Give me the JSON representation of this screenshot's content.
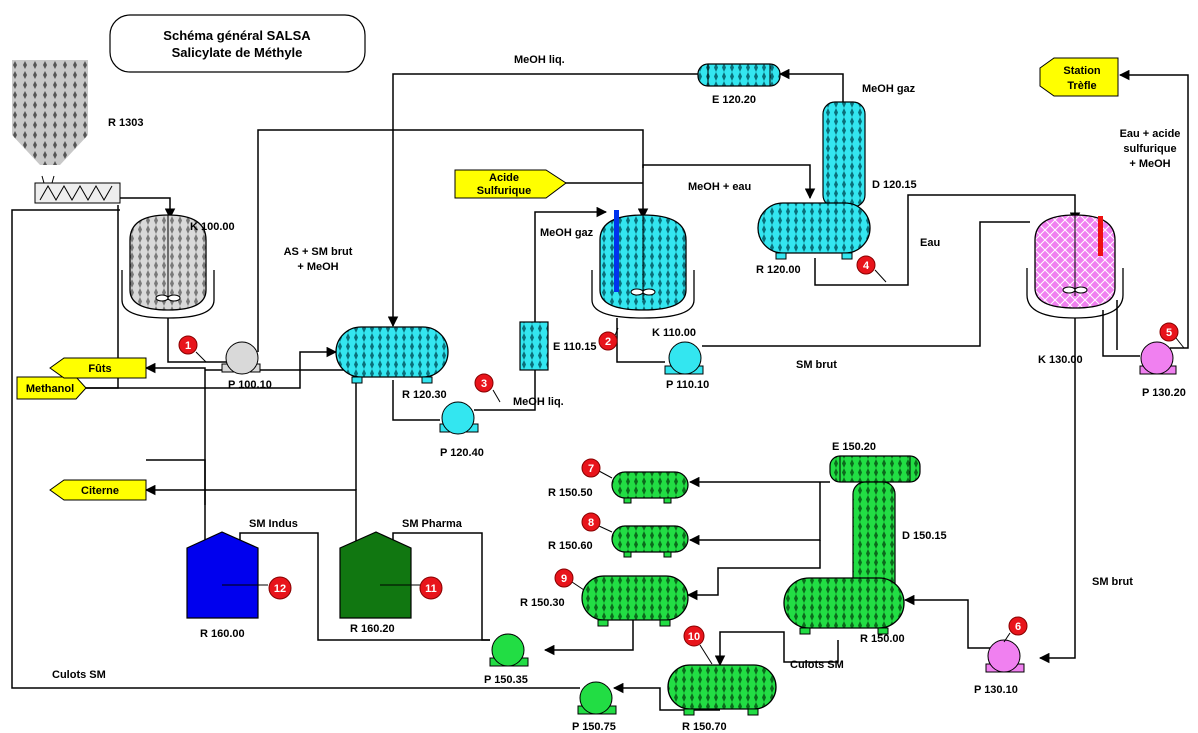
{
  "title": {
    "line1": "Schéma général SALSA",
    "line2": "Salicylate de Méthyle"
  },
  "inputs": {
    "methanol": "Methanol",
    "acide_line1": "Acide",
    "acide_line2": "Sulfurique",
    "futs": "Fûts",
    "citerne": "Citerne",
    "station_line1": "Station",
    "station_line2": "Trèfle"
  },
  "equipment": {
    "r1303": "R 1303",
    "k100": "K 100.00",
    "p100_10": "P 100.10",
    "r120_30": "R 120.30",
    "p120_40": "P 120.40",
    "e110_15": "E 110.15",
    "k110": "K 110.00",
    "p110_10": "P 110.10",
    "e120_20": "E 120.20",
    "d120_15": "D 120.15",
    "r120": "R 120.00",
    "k130": "K 130.00",
    "p130_20": "P 130.20",
    "r150_50": "R 150.50",
    "r150_60": "R 150.60",
    "r150_30": "R 150.30",
    "e150_20": "E 150.20",
    "d150_15": "D 150.15",
    "r150": "R 150.00",
    "r150_70": "R 150.70",
    "p150_35": "P 150.35",
    "p150_75": "P 150.75",
    "p130_10": "P 130.10",
    "r160": "R 160.00",
    "r160_20": "R 160.20"
  },
  "streams": {
    "meoh_liq_top": "MeOH liq.",
    "meoh_gaz_top": "MeOH gaz",
    "as_sm_line1": "AS + SM brut",
    "as_sm_line2": "+ MeOH",
    "meoh_gaz_mid": "MeOH gaz",
    "meoh_liq_mid": "MeOH liq.",
    "meoh_eau": "MeOH + eau",
    "eau": "Eau",
    "eau_acide_line1": "Eau + acide",
    "eau_acide_line2": "sulfurique",
    "eau_acide_line3": "+ MeOH",
    "sm_brut_mid": "SM brut",
    "sm_brut_right": "SM brut",
    "sm_indus": "SM Indus",
    "sm_pharma": "SM Pharma",
    "culots_sm_left": "Culots SM",
    "culots_sm_mid": "Culots SM"
  },
  "markers": [
    "1",
    "2",
    "3",
    "4",
    "5",
    "6",
    "7",
    "8",
    "9",
    "10",
    "11",
    "12"
  ],
  "colors": {
    "grey_equipment": "#d9d9d9",
    "cyan_equipment": "#33e6f0",
    "green_equipment": "#22dd44",
    "pink_equipment": "#f080f0",
    "blue_tank": "#0000ee",
    "green_tank": "#117711",
    "input_arrow": "#ffff00",
    "marker": "#e8141b"
  }
}
